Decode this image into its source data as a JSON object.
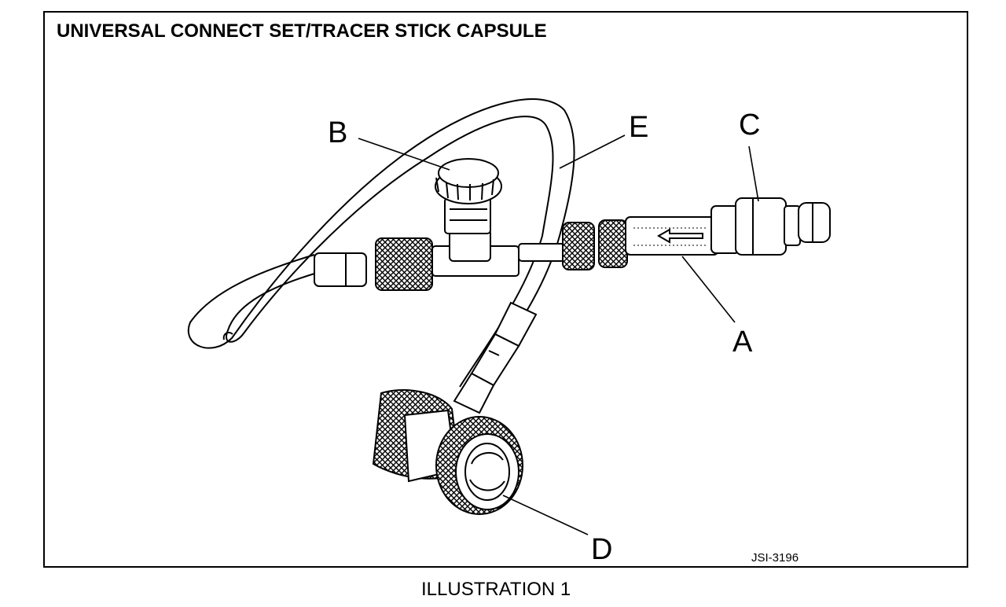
{
  "title": "UNIVERSAL CONNECT SET/TRACER STICK CAPSULE",
  "callouts": {
    "a": "A",
    "b": "B",
    "c": "C",
    "d": "D",
    "e": "E"
  },
  "figure_code": "JSI-3196",
  "caption": "ILLUSTRATION 1"
}
